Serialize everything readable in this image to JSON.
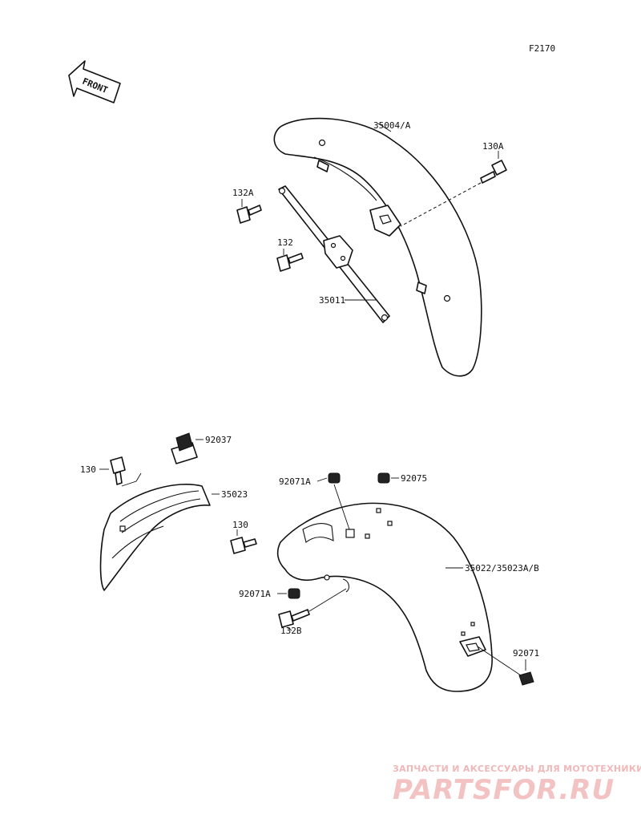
{
  "diagram": {
    "ref_code": "F2170",
    "direction_label": "FRONT",
    "callouts": {
      "front_fender": "35004/A",
      "bolt_130A": "130A",
      "bolt_132A": "132A",
      "bolt_132": "132",
      "stay": "35011",
      "clip": "92037",
      "bolt_130_upper": "130",
      "rear_flap": "35023",
      "rubber_92071A_top": "92071A",
      "rubber_92075": "92075",
      "bolt_130_lower": "130",
      "rear_fender": "35022/35023A/B",
      "rubber_92071A_bottom": "92071A",
      "bolt_132B": "132B",
      "nut_92071": "92071"
    }
  },
  "watermark": {
    "tagline": "ЗАПЧАСТИ И АКСЕССУАРЫ ДЛЯ МОТОТЕХНИКИ",
    "logo": "PARTSFOR.RU"
  }
}
